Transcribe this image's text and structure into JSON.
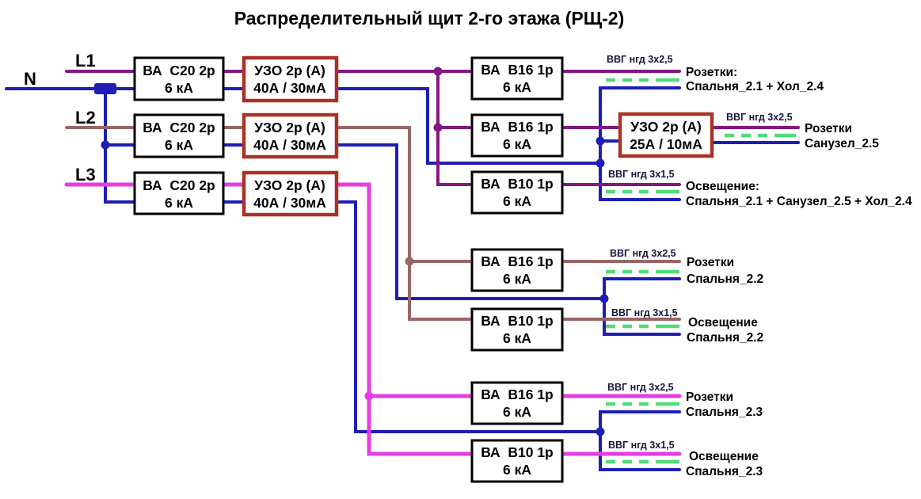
{
  "title": "Распределительный щит 2-го этажа (РЩ-2)",
  "incoming": {
    "neutral_label": "N",
    "l1_label": "L1",
    "l2_label": "L2",
    "l3_label": "L3"
  },
  "colors": {
    "neutral_blue": "#1e1eb4",
    "phase_l1_purple": "#841784",
    "phase_l2_brown": "#996666",
    "phase_l3_magenta": "#e23ee2",
    "pe_green": "#50dc78",
    "rcd_border_red": "#a93226",
    "cable_label_navy": "#16163e"
  },
  "main_breakers": [
    {
      "line1": "ВА  С20 2р",
      "line2": "6 кА"
    },
    {
      "line1": "ВА  С20 2р",
      "line2": "6 кА"
    },
    {
      "line1": "ВА  С20 2р",
      "line2": "6 кА"
    }
  ],
  "main_rcds": [
    {
      "line1": "УЗО 2р (А)",
      "line2": "40А / 30мА"
    },
    {
      "line1": "УЗО 2р (А)",
      "line2": "40А / 30мА"
    },
    {
      "line1": "УЗО 2р (А)",
      "line2": "40А / 30мА"
    }
  ],
  "bathroom_rcd": {
    "line1": "УЗО 2р (А)",
    "line2": "25А / 10мА"
  },
  "branch_breakers": [
    {
      "line1": "ВА  В16 1р",
      "line2": "6 кА"
    },
    {
      "line1": "ВА  В16 1р",
      "line2": "6 кА"
    },
    {
      "line1": "ВА  В10 1р",
      "line2": "6 кА"
    },
    {
      "line1": "ВА  В16 1р",
      "line2": "6 кА"
    },
    {
      "line1": "ВА  В10 1р",
      "line2": "6 кА"
    },
    {
      "line1": "ВА  В16 1р",
      "line2": "6 кА"
    },
    {
      "line1": "ВА  В10 1р",
      "line2": "6 кА"
    }
  ],
  "circuits": [
    {
      "cable": "ВВГ нгд 3х2,5",
      "dest_line1": "Розетки:",
      "dest_line2": "Спальня_2.1 + Хол_2.4"
    },
    {
      "cable": "ВВГ нгд 3х2,5",
      "dest_line1": "Розетки",
      "dest_line2": "Санузел_2.5"
    },
    {
      "cable": "ВВГ нгд 3х1,5",
      "dest_line1": "Освещение:",
      "dest_line2": "Спальня_2.1 + Санузел_2.5 + Хол_2.4"
    },
    {
      "cable": "ВВГ нгд 3х2,5",
      "dest_line1": "Розетки",
      "dest_line2": "Спальня_2.2"
    },
    {
      "cable": "ВВГ нгд 3х1,5",
      "dest_line1": "Освещение",
      "dest_line2": "Спальня_2.2"
    },
    {
      "cable": "ВВГ нгд 3х2,5",
      "dest_line1": "Розетки",
      "dest_line2": "Спальня_2.3"
    },
    {
      "cable": "ВВГ нгд 3х1,5",
      "dest_line1": "Освещение",
      "dest_line2": "Спальня_2.3"
    }
  ]
}
